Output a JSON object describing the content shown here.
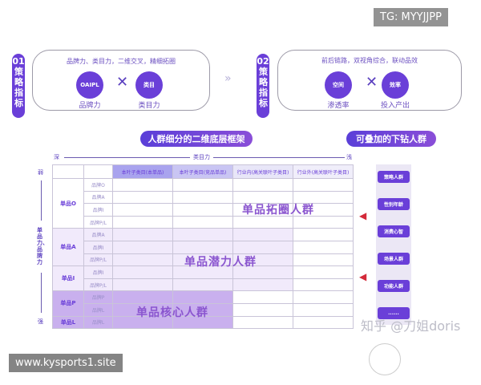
{
  "watermarks": {
    "top_right": "TG: MYYJJPP",
    "bottom_left": "www.kysports1.site",
    "zhihu": "知乎 @刀姐doris"
  },
  "strategy1": {
    "num": "01",
    "tag": "策略指标",
    "subtitle": "品牌力、类目力，二维交叉，精细拓圈",
    "left_circle": "OAIPL",
    "left_caption": "品牌力",
    "cross": "✕",
    "right_circle": "类目",
    "right_caption": "类目力"
  },
  "strategy2": {
    "num": "02",
    "tag": "策略指标",
    "subtitle": "前后链路，双视角综合，联动品效",
    "left_circle": "空间",
    "left_caption": "渗透率",
    "cross": "✕",
    "right_circle": "效率",
    "right_caption": "投入产出"
  },
  "banners": {
    "framework": "人群细分的二维底层框架",
    "drilldown": "可叠加的下钻人群"
  },
  "axes": {
    "x_left": "深",
    "x_label": "类目力",
    "x_right": "浅",
    "y_top": "弱",
    "y_label": "单品力、品牌力",
    "y_bottom": "强"
  },
  "table": {
    "headers": [
      "",
      "",
      "本叶子类目(本单品)",
      "本叶子类目(竞品单品)",
      "行业内(高关联叶子类目)",
      "行业外(高关联叶子类目)"
    ],
    "groups": [
      {
        "name": "单品O",
        "brands": [
          "品牌O",
          "品牌A",
          "品牌I",
          "品牌P/L"
        ]
      },
      {
        "name": "单品A",
        "brands": [
          "品牌A",
          "品牌I",
          "品牌P/L"
        ]
      },
      {
        "name": "单品I",
        "brands": [
          "品牌I",
          "品牌P/L"
        ]
      },
      {
        "name": "单品P",
        "brands": [
          "品牌P",
          "品牌L"
        ]
      },
      {
        "name": "单品L",
        "brands": [
          "品牌L"
        ]
      }
    ],
    "regions": {
      "expand": "单品拓圈人群",
      "potential": "单品潜力人群",
      "core": "单品核心人群"
    }
  },
  "drilldown_items": [
    "策略人群",
    "性别年龄",
    "消费心智",
    "场景人群",
    "功能人群",
    "......"
  ],
  "colors": {
    "accent": "#6a3fd8",
    "arrow": "#d42a3a"
  }
}
